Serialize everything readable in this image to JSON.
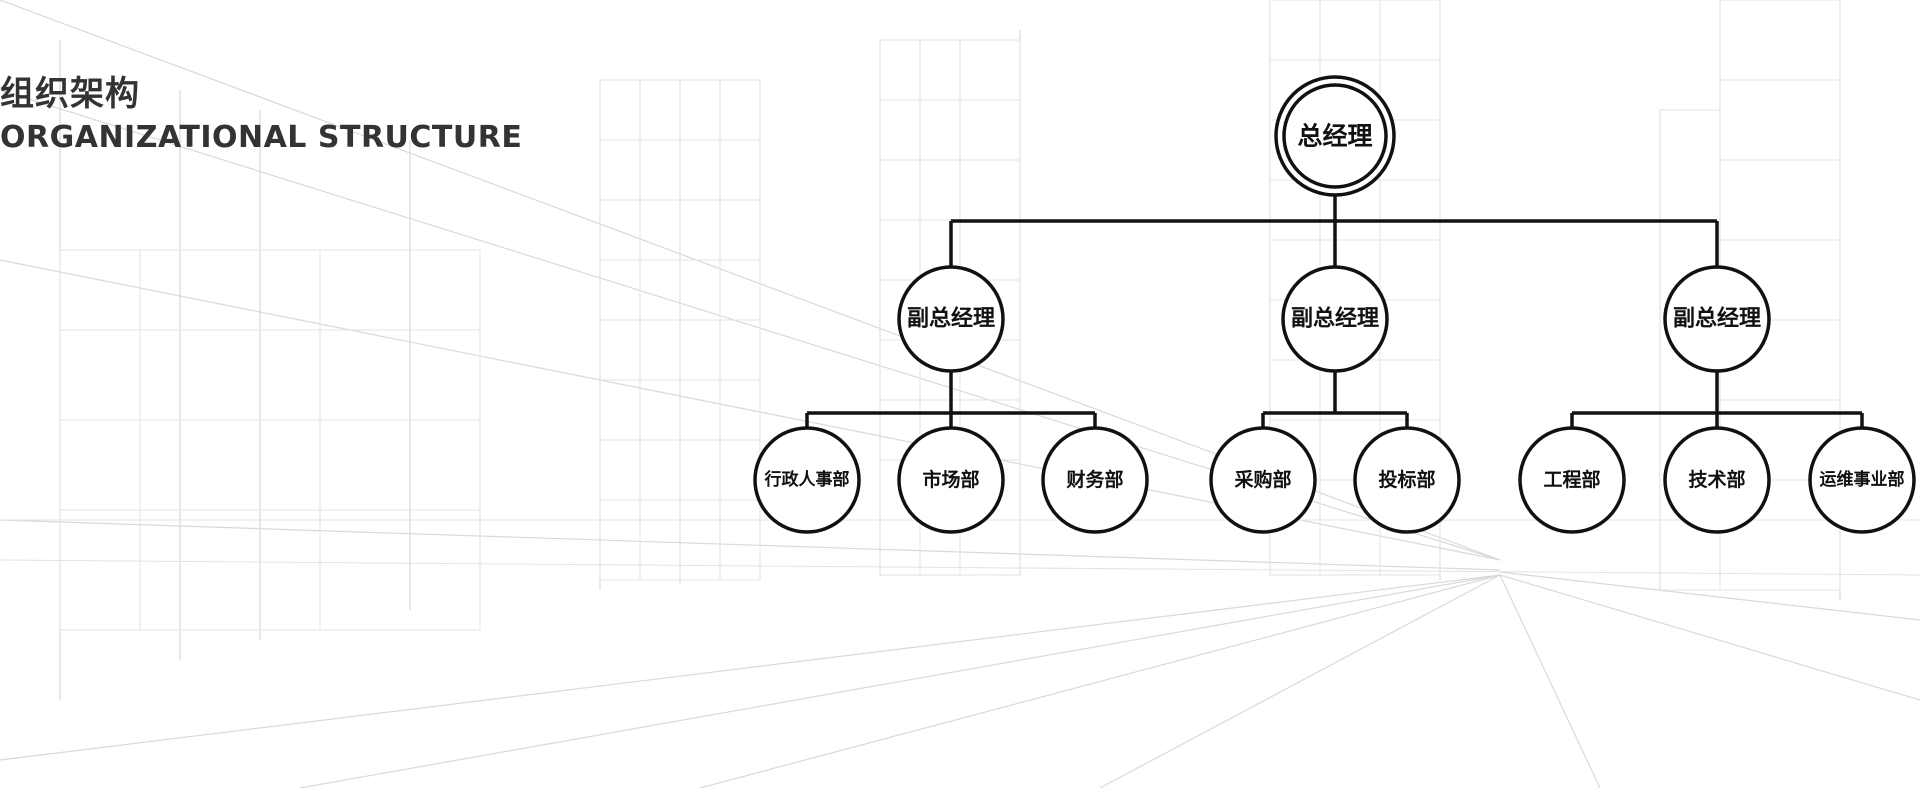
{
  "heading": {
    "title_cn": "组织架构",
    "title_en": "ORGANIZATIONAL STRUCTURE"
  },
  "org_chart": {
    "root": "总经理",
    "vice_managers": [
      {
        "label": "副总经理",
        "departments": [
          "行政人事部",
          "市场部",
          "财务部"
        ]
      },
      {
        "label": "副总经理",
        "departments": [
          "采购部",
          "投标部"
        ]
      },
      {
        "label": "副总经理",
        "departments": [
          "工程部",
          "技术部",
          "运维事业部"
        ]
      }
    ]
  },
  "colors": {
    "line": "#111111",
    "node_fill": "#ffffff",
    "heading_text": "#333333",
    "background_sketch": "#d6d6d6"
  }
}
